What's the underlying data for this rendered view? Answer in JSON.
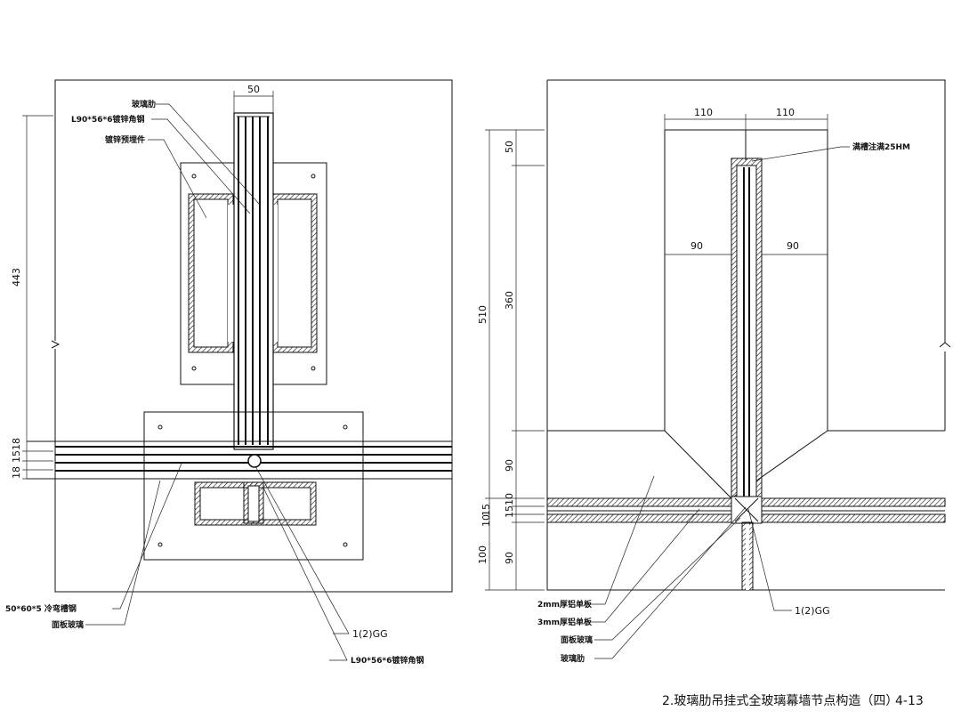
{
  "left_view": {
    "dim_top": "50",
    "dim_height": "443",
    "dim_small": [
      "18",
      "15",
      "18"
    ],
    "labels": {
      "glass_fin": "玻璃肋",
      "angle_steel_top": "L90*56*6镀锌角钢",
      "embedded_part": "镀锌预埋件",
      "channel_steel": "50*60*5 冷弯槽钢",
      "face_glass": "面板玻璃",
      "sealant": "1(2)GG",
      "angle_steel_bottom": "L90*56*6镀锌角钢"
    }
  },
  "right_view": {
    "dim_top_left": "110",
    "dim_top_right": "110",
    "dim_mid_left": "90",
    "dim_mid_right": "90",
    "dim_vertical": [
      "50",
      "360",
      "510",
      "90",
      "15",
      "10",
      "15",
      "10",
      "100",
      "90"
    ],
    "labels": {
      "slot_fill": "满槽注满25HM",
      "alu_2mm": "2mm厚铝单板",
      "alu_3mm": "3mm厚铝单板",
      "face_glass": "面板玻璃",
      "glass_fin": "玻璃肋",
      "sealant": "1(2)GG"
    }
  },
  "caption": {
    "title": "2.玻璃肋吊挂式全玻璃幕墙节点构造（四）",
    "page": "4-13"
  }
}
